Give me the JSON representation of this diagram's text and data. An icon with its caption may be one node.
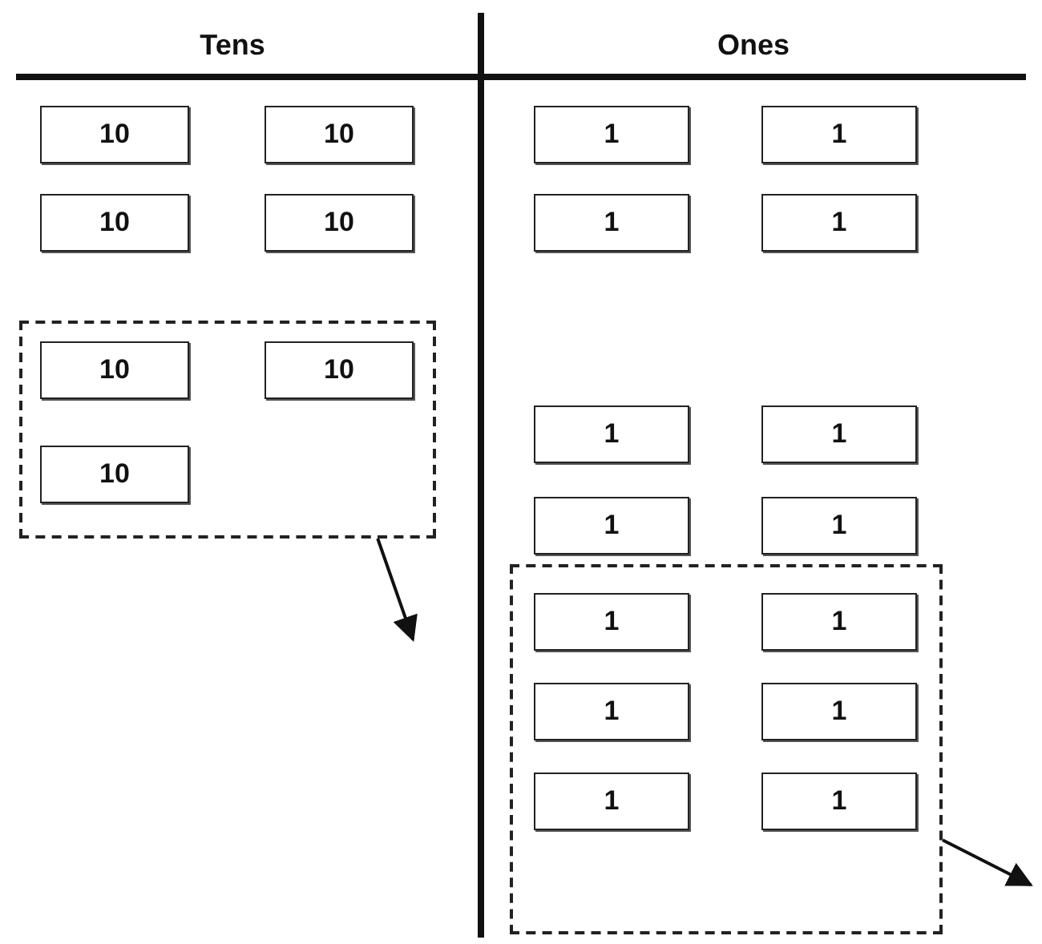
{
  "diagram": {
    "nodes": [
      {
        "text": [
          "10"
        ]
      },
      {
        "text": [
          "10"
        ]
      },
      {
        "text": [
          "10"
        ]
      },
      {
        "text": [
          "10"
        ]
      },
      {
        "text": [],
        "shape": "box"
      },
      {
        "text": [
          "10"
        ],
        "in": 4
      },
      {
        "text": [
          "10"
        ],
        "in": 4
      },
      {
        "text": [
          "10"
        ],
        "in": 4
      },
      {
        "text": [
          "1"
        ]
      },
      {
        "text": [
          "1"
        ]
      },
      {
        "text": [
          "1"
        ]
      },
      {
        "text": [
          "1"
        ]
      },
      {
        "text": [
          "1"
        ]
      },
      {
        "text": [
          "1"
        ]
      },
      {
        "text": [
          "1"
        ]
      },
      {
        "text": [
          "1"
        ]
      },
      {
        "text": [],
        "shape": "box"
      },
      {
        "text": [
          "1"
        ],
        "in": 16
      },
      {
        "text": [
          "1"
        ],
        "in": 16
      },
      {
        "text": [
          "1"
        ],
        "in": 16
      },
      {
        "text": [
          "1"
        ],
        "in": 16
      },
      {
        "text": [
          "1"
        ],
        "in": 16
      },
      {
        "text": [
          "1"
        ],
        "in": 16
      }
    ],
    "edges": [
      {
        "from": 4,
        "to": null,
        "arrow": "to"
      },
      {
        "from": 16,
        "to": null,
        "arrow": "to"
      }
    ],
    "labels": [
      "Tens",
      "Ones"
    ]
  }
}
